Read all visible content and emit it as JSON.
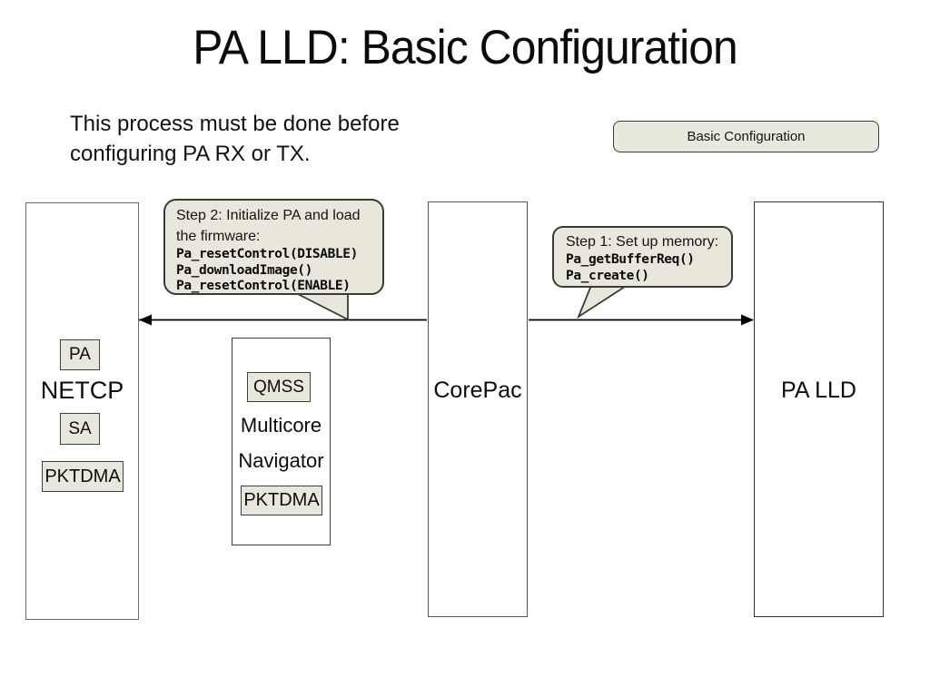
{
  "slide": {
    "title": "PA LLD: Basic Configuration",
    "note": "This process must be done before\nconfiguring PA RX or TX.",
    "badge": "Basic Configuration"
  },
  "columns": [
    {
      "id": "netcp",
      "label": "NETCP",
      "chips": [
        "PA",
        "SA",
        "PKTDMA"
      ]
    },
    {
      "id": "navigator",
      "label_top": "Multicore",
      "label_bottom": "Navigator",
      "chips": [
        "QMSS",
        "PKTDMA"
      ]
    },
    {
      "id": "corepac",
      "label": "CorePac"
    },
    {
      "id": "pa-lld",
      "label": "PA LLD"
    }
  ],
  "callouts": {
    "step2": {
      "text_lines": [
        "Step 2: Initialize PA and load",
        "the firmware:"
      ],
      "code_lines": [
        "Pa_resetControl(DISABLE)",
        "Pa_downloadImage()",
        "Pa_resetControl(ENABLE)"
      ]
    },
    "step1": {
      "text_lines": [
        "Step 1: Set up memory:"
      ],
      "code_lines": [
        "Pa_getBufferReq()",
        "Pa_create()"
      ]
    }
  },
  "colors": {
    "bubble_fill": "#e9e7db",
    "bubble_border": "#3a3a36",
    "chip_fill": "#e9e7db",
    "chip_border": "#3f3f3c",
    "column_border": "#555555",
    "arrow": "#000000",
    "background": "#ffffff"
  }
}
